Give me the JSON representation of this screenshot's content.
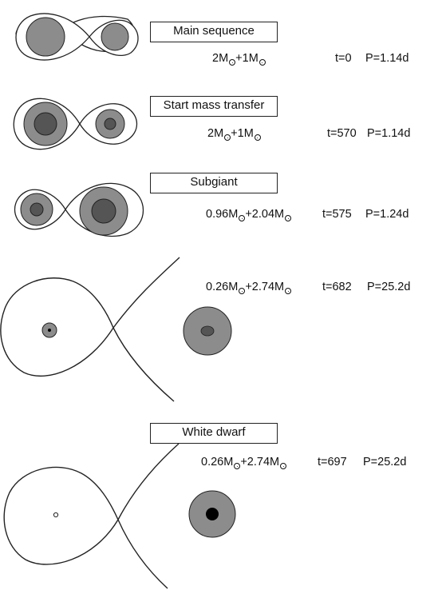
{
  "colors": {
    "outline": "#222222",
    "envelope": "#8c8c8c",
    "core": "#555555",
    "white_dwarf": "#000000"
  },
  "solar_mass_symbol": "☉",
  "stages": [
    {
      "label": "Main sequence",
      "m1": "2M",
      "plus": "+",
      "m2": "1M",
      "t": "t=0",
      "p": "P=1.14d"
    },
    {
      "label": "Start mass transfer",
      "m1": "2M",
      "plus": "+",
      "m2": "1M",
      "t": "t=570",
      "p": "P=1.14d"
    },
    {
      "label": "Subgiant",
      "m1": "0.96M",
      "plus": "+",
      "m2": "2.04M",
      "t": "t=575",
      "p": "P=1.24d"
    },
    {
      "label": "",
      "m1": "0.26M",
      "plus": "+",
      "m2": "2.74M",
      "t": "t=682",
      "p": "P=25.2d"
    },
    {
      "label": "White dwarf",
      "m1": "0.26M",
      "plus": "+",
      "m2": "2.74M",
      "t": "t=697",
      "p": "P=25.2d"
    }
  ]
}
